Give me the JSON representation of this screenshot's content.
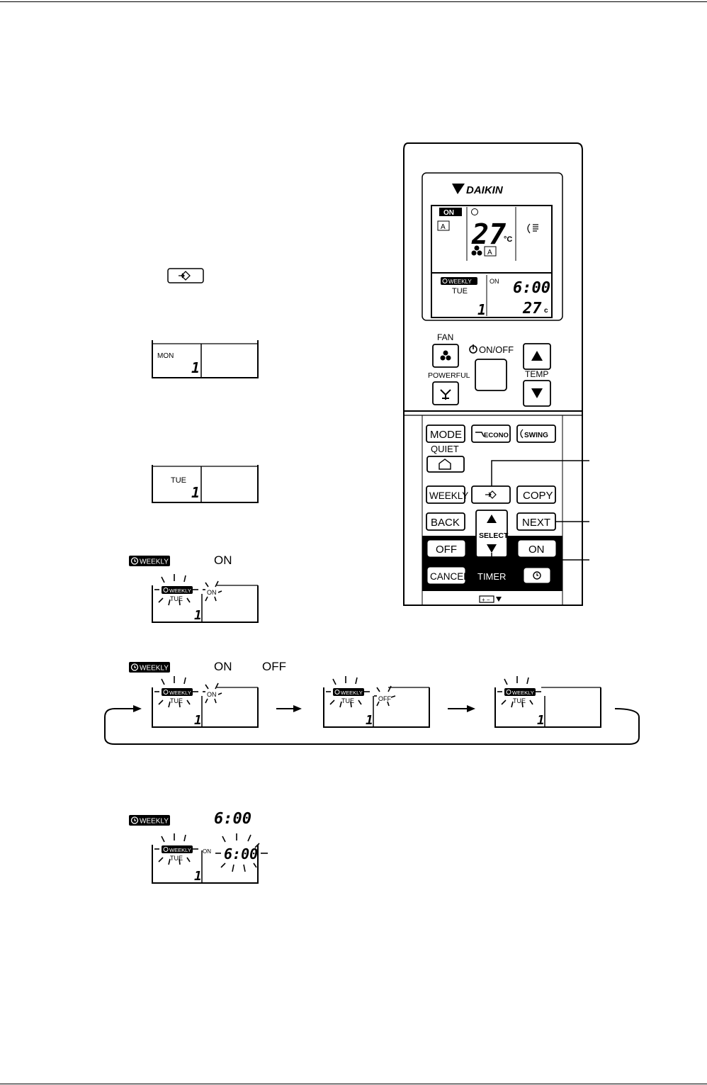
{
  "remote": {
    "brand": "DAIKIN",
    "lcd": {
      "on_badge": "ON",
      "mode_icon": "auto-A-icon",
      "temp_main": "27",
      "temp_unit": "°C",
      "fan_auto": "A",
      "weekly_badge": "WEEKLY",
      "day": "TUE",
      "program_no": "1",
      "timer_mode": "ON",
      "timer_time": "6:00",
      "timer_temp": "27",
      "timer_temp_unit": "c"
    },
    "buttons": {
      "fan": "FAN",
      "onoff": "ON/OFF",
      "powerful": "POWERFUL",
      "temp": "TEMP",
      "mode": "MODE",
      "econo": "ECONO",
      "swing": "SWING",
      "quiet": "QUIET",
      "weekly": "WEEKLY",
      "copy": "COPY",
      "back": "BACK",
      "next": "NEXT",
      "select": "SELECT",
      "off": "OFF",
      "on": "ON",
      "cancel": "CANCEL",
      "timer": "TIMER"
    }
  },
  "steps": {
    "mon_day": "MON",
    "mon_no": "1",
    "tue_day": "TUE",
    "tue_no": "1",
    "legend_weekly": "WEEKLY",
    "legend_on": "ON",
    "legend_off": "OFF",
    "legend_time": "6:00",
    "blink_day": "TUE",
    "blink_no": "1",
    "blink_on": "ON",
    "blink_off": "OFF",
    "blink_time": "6:00"
  }
}
